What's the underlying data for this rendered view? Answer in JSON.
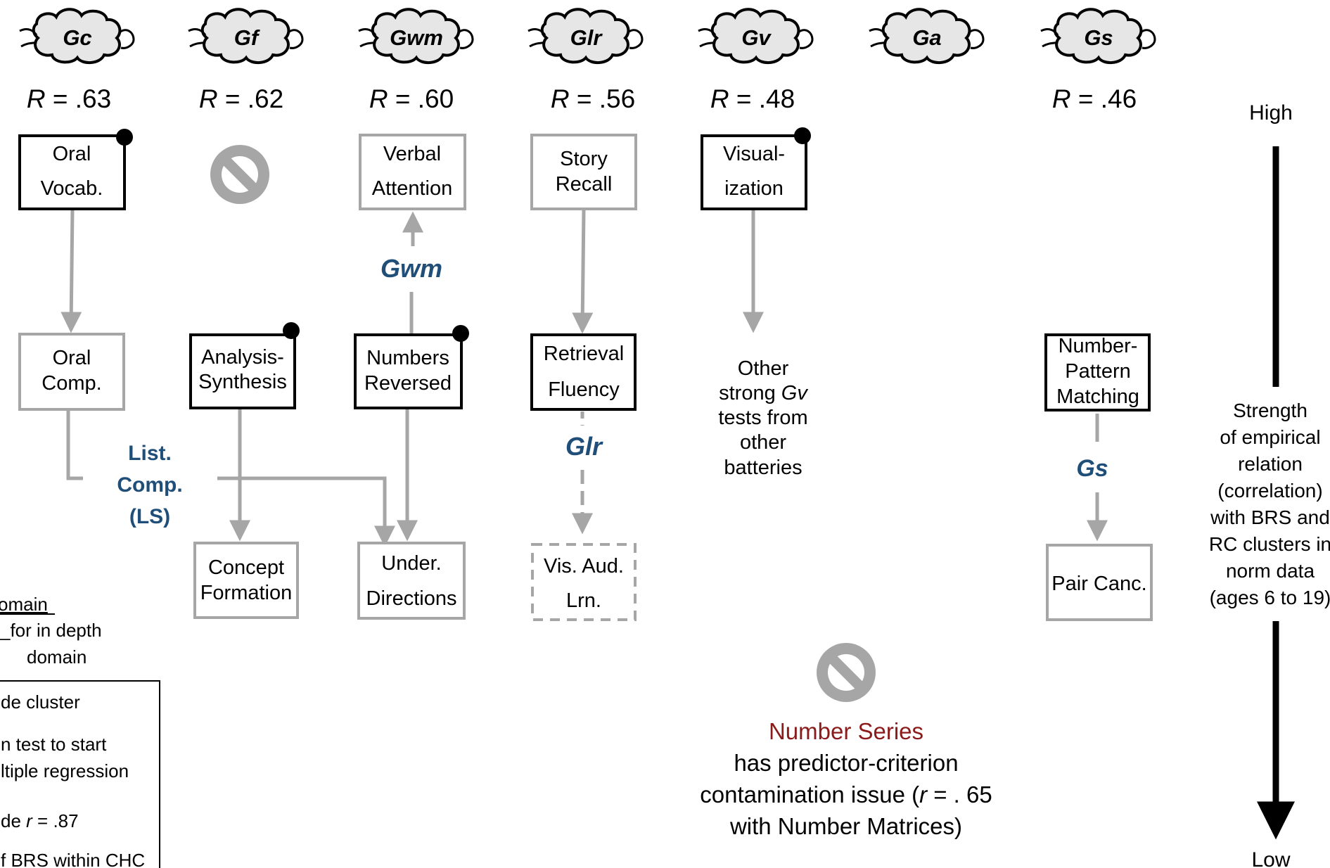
{
  "abilities": [
    {
      "code": "Gc",
      "r_label": "R",
      "r_value": " = .63"
    },
    {
      "code": "Gf",
      "r_label": "R",
      "r_value": " = .62"
    },
    {
      "code": "Gwm",
      "r_label": "R",
      "r_value": " = .60"
    },
    {
      "code": "Glr",
      "r_label": "R",
      "r_value": " = .56"
    },
    {
      "code": "Gv",
      "r_label": "R",
      "r_value": " = .48"
    },
    {
      "code": "Ga",
      "r_label": "",
      "r_value": ""
    },
    {
      "code": "Gs",
      "r_label": "R",
      "r_value": " = .46"
    }
  ],
  "boxes": {
    "oral_vocab": [
      "Oral",
      "Vocab."
    ],
    "verbal_attention": [
      "Verbal",
      "Attention"
    ],
    "story_recall": [
      "Story",
      "Recall"
    ],
    "visualization": [
      "Visual-",
      "ization"
    ],
    "oral_comp": [
      "Oral",
      "Comp."
    ],
    "analysis_synthesis": [
      "Analysis-",
      "Synthesis"
    ],
    "numbers_reversed": [
      "Numbers",
      "Reversed"
    ],
    "retrieval_fluency": [
      "Retrieval",
      "Fluency"
    ],
    "number_pattern": [
      "Number-",
      "Pattern",
      "Matching"
    ],
    "concept_formation": [
      "Concept",
      "Formation"
    ],
    "under_directions": [
      "Under.",
      "Directions"
    ],
    "vis_aud_lrn": [
      "Vis. Aud.",
      "Lrn."
    ],
    "pair_canc": [
      "Pair Canc."
    ]
  },
  "cluster_labels": {
    "gwm": "Gwm",
    "glr": "Glr",
    "gs": "Gs",
    "list_comp": [
      "List.",
      "Comp.",
      "(LS)"
    ]
  },
  "other_gv": [
    "Other",
    "strong ",
    "Gv",
    " tests from",
    "other",
    "batteries"
  ],
  "number_series": {
    "title": "Number Series",
    "line1": "has predictor-criterion",
    "line2_pre": "contamination issue (",
    "line2_r": "r",
    "line2_post": " = . 65",
    "line3": "with Number Matrices)"
  },
  "scale": {
    "high": "High",
    "low": "Low",
    "desc": [
      "Strength",
      "of empirical",
      "relation",
      "(correlation)",
      "with BRS and",
      "RC clusters in",
      "norm data",
      "(ages 6 to 19)"
    ]
  },
  "legend": {
    "heading": "omain",
    "sub1": "_for in depth",
    "sub2": "domain",
    "items": [
      "de cluster",
      "n test to start",
      "ltiple regression",
      "de ",
      "r",
      " = .87",
      "f BRS within CHC"
    ]
  },
  "colors": {
    "gray": "#a6a6a6",
    "blue": "#1f4e79",
    "maroon": "#8b1a1a",
    "cloud": "#e6e6e6"
  },
  "icons": [
    "cloud-icon",
    "no-entry-icon",
    "dot-icon"
  ]
}
